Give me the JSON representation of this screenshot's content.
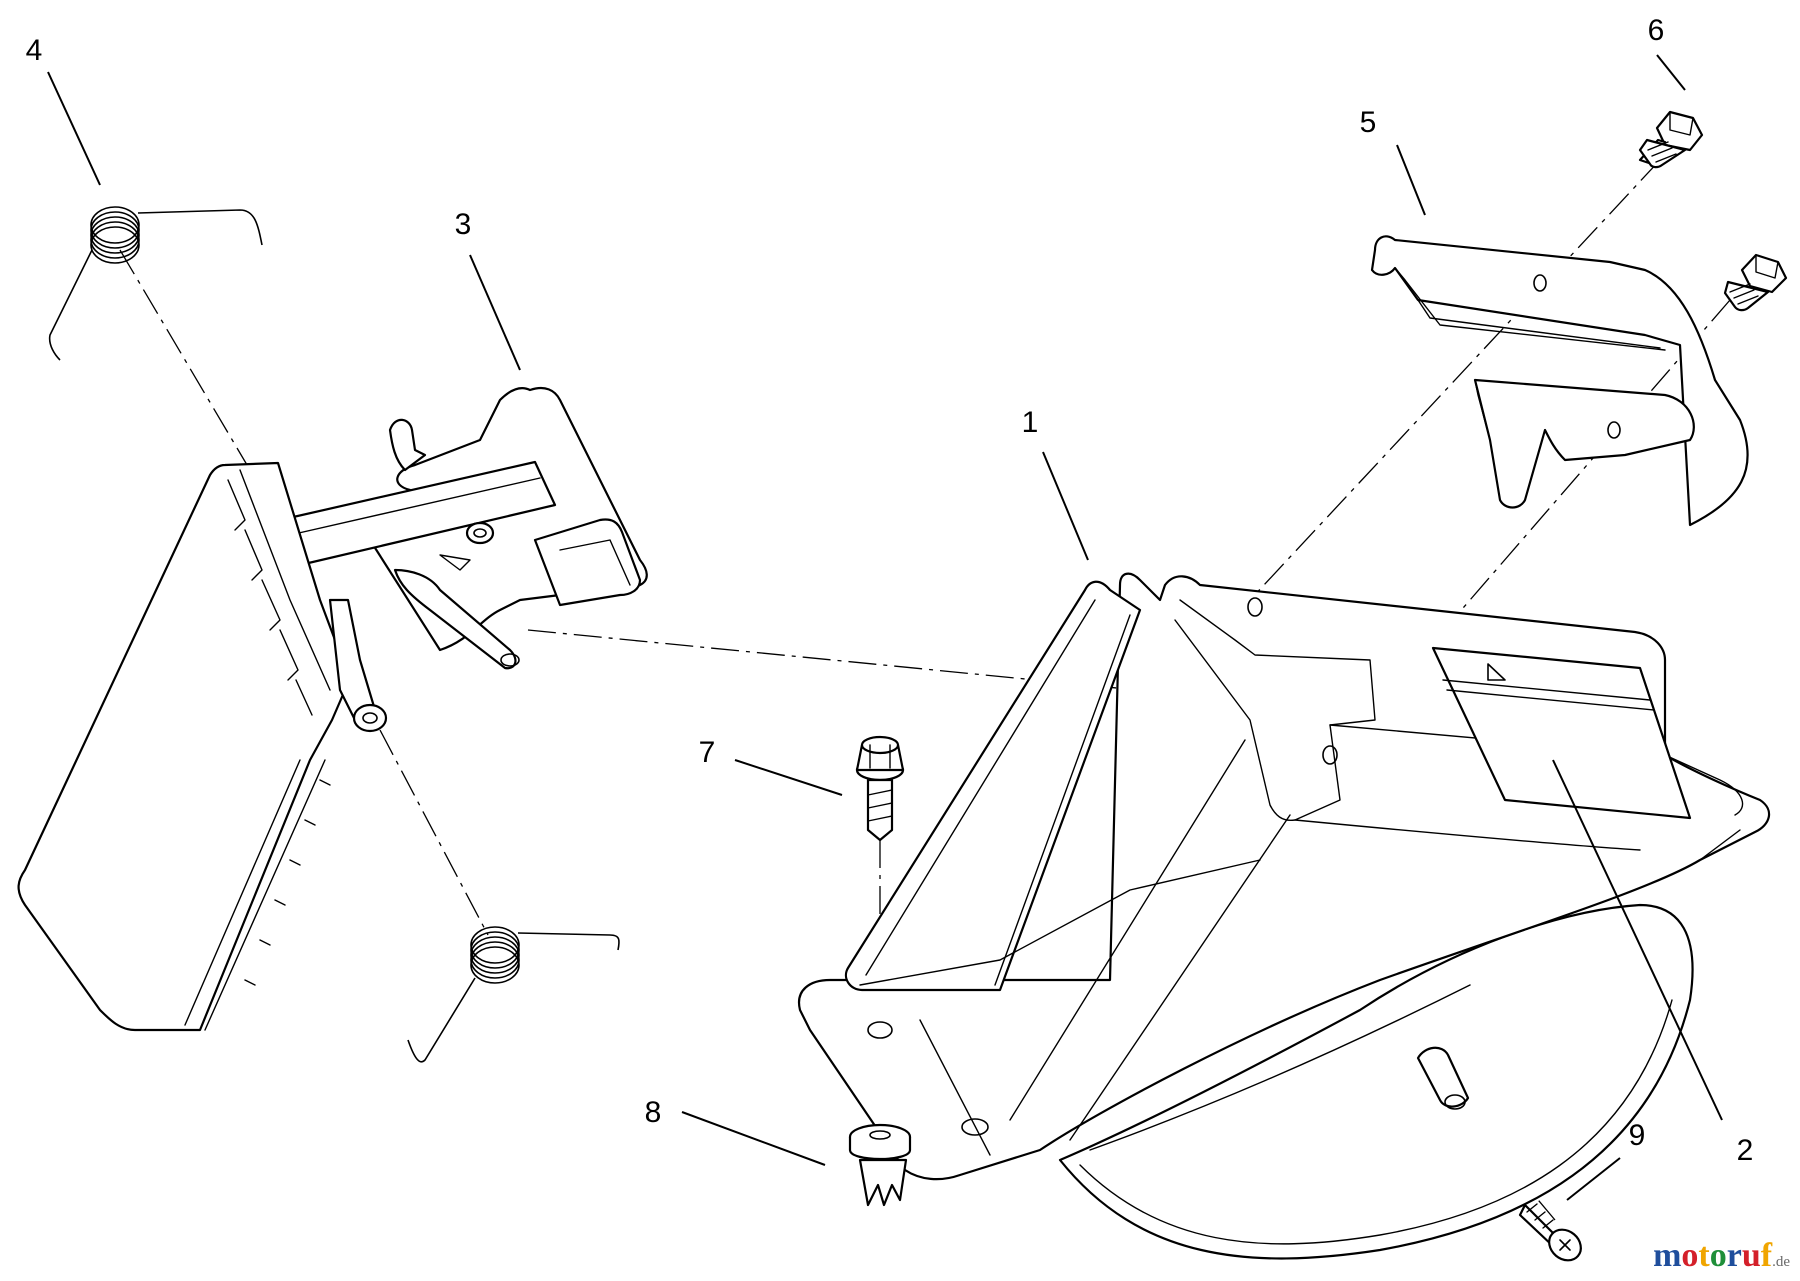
{
  "callouts": [
    "1",
    "2",
    "3",
    "4",
    "5",
    "6",
    "7",
    "8",
    "9"
  ],
  "watermark": {
    "letters": [
      "m",
      "o",
      "t",
      "o",
      "r",
      "u",
      "f"
    ],
    "letter_colors": [
      "#1f4e9c",
      "#d4202a",
      "#f0a500",
      "#1f8f3a",
      "#1f4e9c",
      "#d4202a",
      "#f0a500"
    ],
    "suffix": ".de"
  },
  "colors": {
    "line": "#000000",
    "background": "#ffffff"
  }
}
